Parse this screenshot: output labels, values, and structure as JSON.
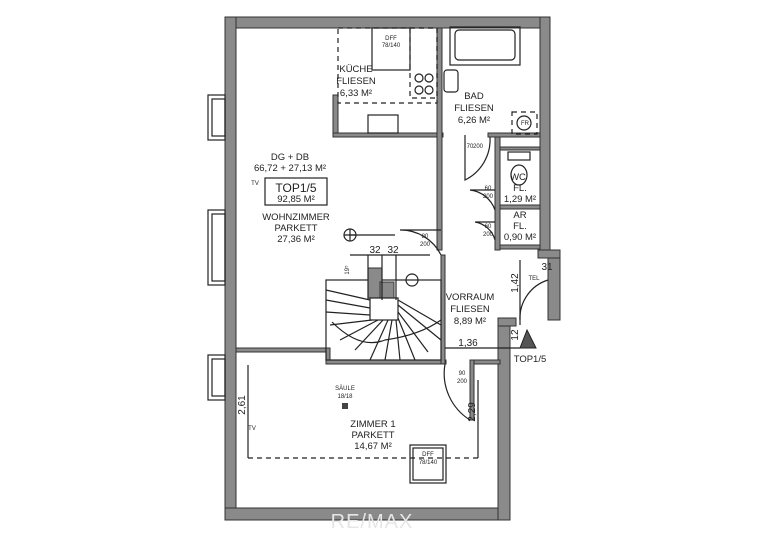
{
  "rooms": {
    "kueche": {
      "name": "KÜCHE",
      "floor": "FLIESEN",
      "area": "6,33 M²"
    },
    "bad": {
      "name": "BAD",
      "floor": "FLIESEN",
      "area": "6,26 M²"
    },
    "wohnzimmer": {
      "name": "WOHNZIMMER",
      "floor": "PARKETT",
      "area": "27,36 M²"
    },
    "wc": {
      "name": "WC",
      "floor": "FL.",
      "area": "1,29 M²"
    },
    "ar": {
      "name": "AR",
      "floor": "FL.",
      "area": "0,90 M²"
    },
    "vorraum": {
      "name": "VORRAUM",
      "floor": "FLIESEN",
      "area": "8,89 M²"
    },
    "zimmer1": {
      "name": "ZIMMER 1",
      "floor": "PARKETT",
      "area": "14,67 M²"
    }
  },
  "unit": {
    "levels": "DG + DB",
    "levels_area": "66,72 + 27,13 M²",
    "name": "TOP1/5",
    "total_area": "92,85 M²",
    "entrance_label": "TOP1/5"
  },
  "annotations": {
    "dff": "DFF",
    "dff_size": "78/140",
    "saeule": "SÄULE",
    "saeule_size": "18/18",
    "tv": "TV",
    "door_70_200_a": "70",
    "door_70_200_b": "200",
    "door_60_200": "60",
    "door_200": "200",
    "door_80_200": "80",
    "door_90_200": "90",
    "ofen": "FR",
    "tel": "TEL"
  },
  "dimensions": {
    "d32a": "32",
    "d32b": "32",
    "d136": "1,36",
    "d142": "1,42",
    "d31": "31",
    "d12": "12",
    "d261": "2,61",
    "d229": "2,29",
    "d195": "19⁵"
  },
  "watermark": "RE/MAX"
}
